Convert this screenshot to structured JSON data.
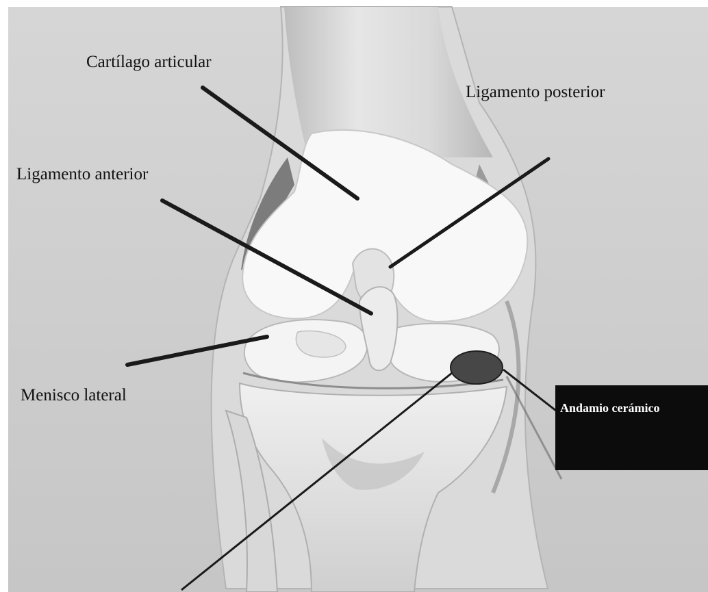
{
  "labels": {
    "cartilage": "Cartílago articular",
    "posterior_ligament": "Ligamento posterior",
    "anterior_ligament": "Ligamento anterior",
    "lateral_meniscus": "Menisco lateral",
    "scaffold": "Andamio cerámico"
  },
  "colors": {
    "background": "#cfcfcf",
    "bone": "#f2f2f2",
    "shadow": "#9a9a9a",
    "pointer": "#1a1a1a",
    "scaffold": "#474747",
    "scaffold_box": "#0c0c0c"
  }
}
